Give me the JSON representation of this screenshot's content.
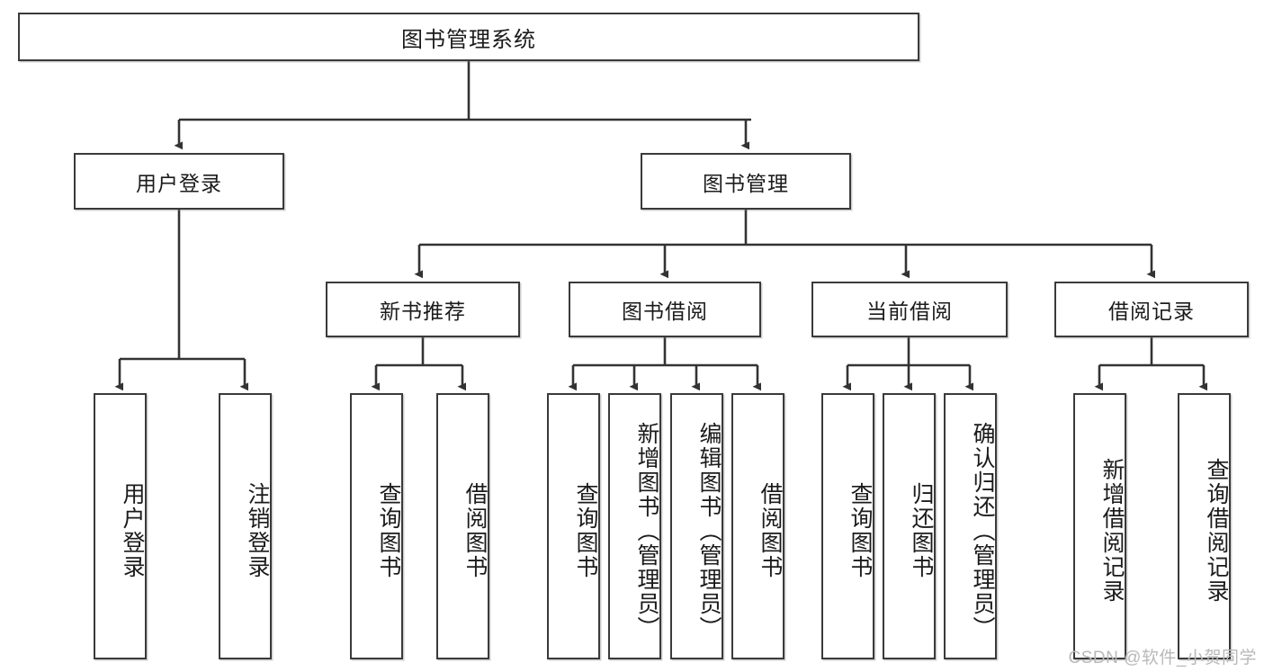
{
  "diagram": {
    "title": "图书管理系统",
    "type": "hierarchy-tree",
    "root": {
      "label": "图书管理系统"
    },
    "level2": [
      {
        "label": "用户登录"
      },
      {
        "label": "图书管理"
      }
    ],
    "level3": [
      {
        "label": "新书推荐"
      },
      {
        "label": "图书借阅"
      },
      {
        "label": "当前借阅"
      },
      {
        "label": "借阅记录"
      }
    ],
    "leaves": [
      {
        "label": "用户登录",
        "parent": "用户登录"
      },
      {
        "label": "注销登录",
        "parent": "用户登录"
      },
      {
        "label": "查询图书",
        "parent": "新书推荐"
      },
      {
        "label": "借阅图书",
        "parent": "新书推荐"
      },
      {
        "label": "查询图书",
        "parent": "图书借阅"
      },
      {
        "label": "新增图书（管理员）",
        "parent": "图书借阅"
      },
      {
        "label": "编辑图书（管理员）",
        "parent": "图书借阅"
      },
      {
        "label": "借阅图书",
        "parent": "图书借阅"
      },
      {
        "label": "查询图书",
        "parent": "当前借阅"
      },
      {
        "label": "归还图书",
        "parent": "当前借阅"
      },
      {
        "label": "确认归还（管理员）",
        "parent": "当前借阅"
      },
      {
        "label": "新增借阅记录",
        "parent": "借阅记录"
      },
      {
        "label": "查询借阅记录",
        "parent": "借阅记录"
      }
    ]
  },
  "watermark": {
    "text": "CSDN @软件_小贺同学"
  },
  "colors": {
    "box_border": "#3a3a3a",
    "box_fill": "#ffffff",
    "link": "#333333",
    "text": "#1b1b1b",
    "watermark": "#b9b9b9"
  }
}
